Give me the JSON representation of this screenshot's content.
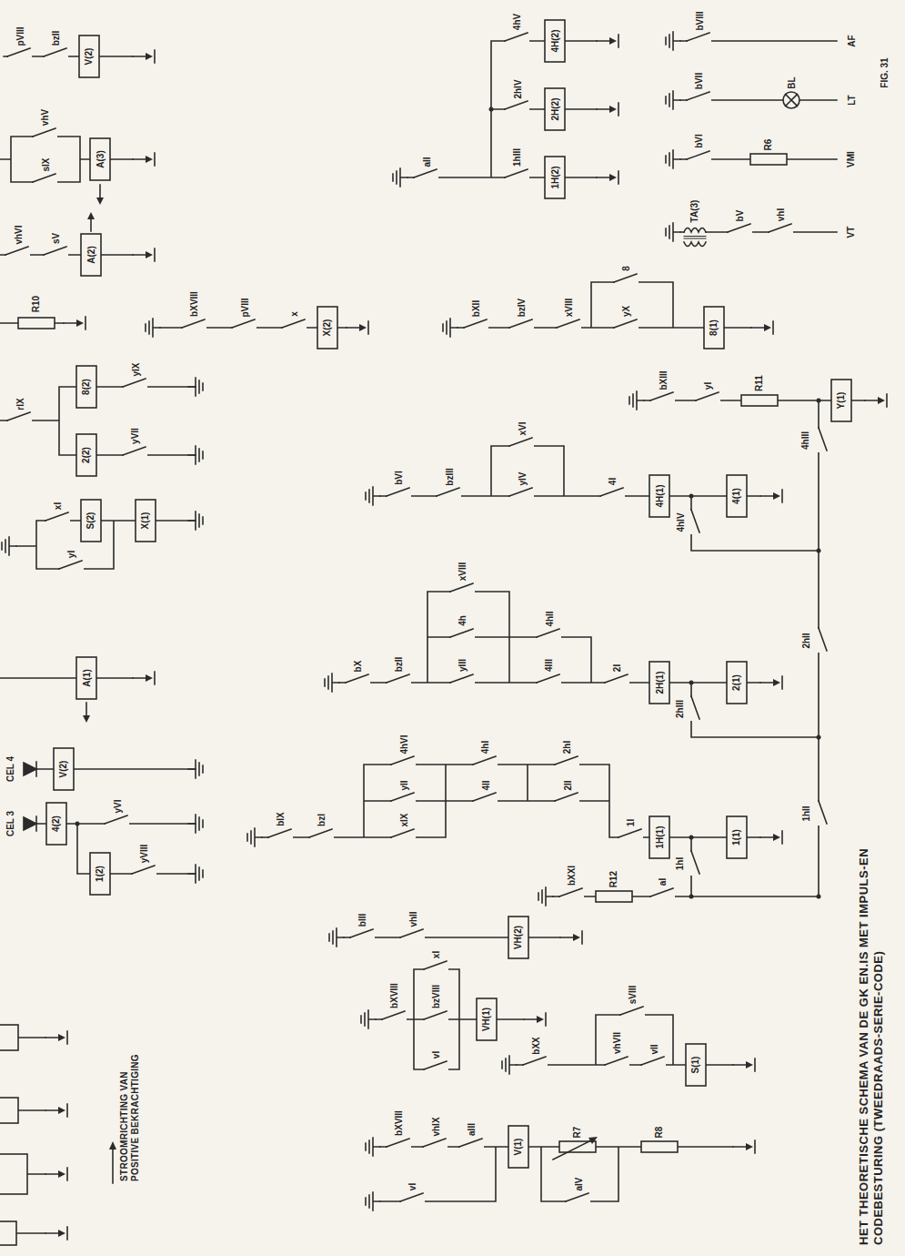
{
  "diagram": {
    "title": "HET THEORETISCHE SCHEMA VAN DE GK EN.IS MET IMPULS-EN CODEBESTURING (TWEEDRAADS-SERIE-CODE)",
    "labels": [
      "pVIII",
      "bzII",
      "V(2)",
      "vhV",
      "sIX",
      "A(3)",
      "vhVI",
      "sV",
      "A(2)",
      "R10",
      "rIX",
      "8(2)",
      "yIX",
      "2(2)",
      "yVII",
      "xI",
      "S(2)",
      "X(1)",
      "yI",
      "A(1)",
      "CEL 4",
      "V(2)",
      "CEL 3",
      "4(2)",
      "yVI",
      "1(2)",
      "yVIII",
      "bXVIII",
      "pVIII",
      "x",
      "X(2)",
      "aII",
      "1hIII",
      "1H(2)",
      "2hIV",
      "2H(2)",
      "4hV",
      "4H(2)",
      "bVIII",
      "AF",
      "bVII",
      "BL",
      "LT",
      "bVI",
      "R6",
      "VMI",
      "TA(3)",
      "bV",
      "vhI",
      "VT",
      "FIG. 31",
      "bXII",
      "bzIV",
      "xVIII",
      "8",
      "yX",
      "8(1)",
      "bXIII",
      "yI",
      "R11",
      "Y(1)",
      "4hIII",
      "bVI",
      "bzIII",
      "xVI",
      "yIV",
      "4I",
      "4H(1)",
      "4(1)",
      "4hIV",
      "bX",
      "bzII",
      "xVIII",
      "4h",
      "yIII",
      "4hII",
      "4III",
      "2I",
      "2H(1)",
      "2(1)",
      "2hIII",
      "2hII",
      "bIX",
      "bzI",
      "4hVI",
      "4hI",
      "2hI",
      "yII",
      "4II",
      "2II",
      "xIX",
      "1I",
      "1H(1)",
      "1(1)",
      "1hI",
      "1hII",
      "bXXI",
      "R12",
      "aI",
      "bIII",
      "vhII",
      "VH(2)",
      "bXVIII",
      "xI",
      "bzVIII",
      "vI",
      "VH(1)",
      "bXX",
      "sVIII",
      "vhVII",
      "vII",
      "S(1)",
      "bXVIII",
      "vhIX",
      "aIII",
      "V(1)",
      "R7",
      "R8",
      "vI",
      "aIV"
    ],
    "legend": [
      {
        "text": "STROOMRICHTING VAN POSITIVE BEKRACHTIGING"
      }
    ]
  }
}
